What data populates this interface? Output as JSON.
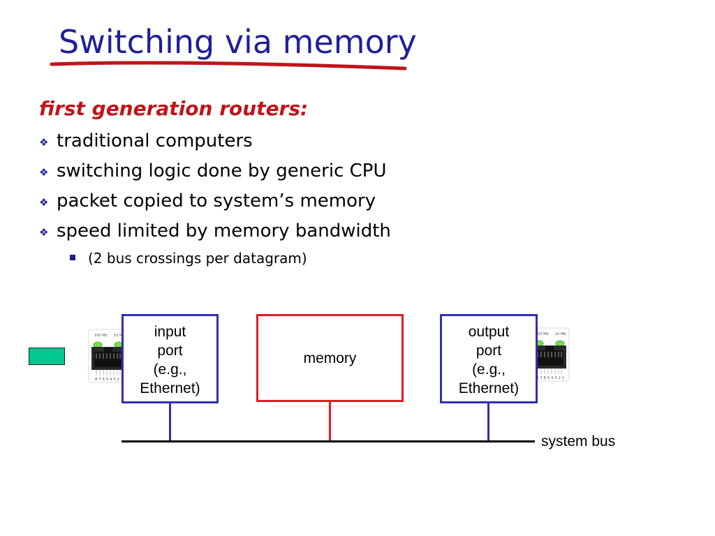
{
  "slide": {
    "title": "Switching via memory",
    "subheading": "first generation routers:",
    "bullets": [
      "traditional computers",
      "switching logic done by generic CPU",
      "packet copied to system’s memory",
      "speed limited by memory bandwidth"
    ],
    "sub_bullet": "(2 bus crossings per datagram)"
  },
  "diagram": {
    "input_port": {
      "lines": [
        "input",
        "port",
        "(e.g.,",
        "Ethernet)"
      ]
    },
    "memory": {
      "label": "memory"
    },
    "output_port": {
      "lines": [
        "output",
        "port",
        "(e.g.,",
        "Ethernet)"
      ]
    },
    "system_bus_label": "system bus",
    "ethernet_jack": {
      "led_left": "100 Mb",
      "led_right": "10 Mb",
      "pins": "8 7 6 5 4 3 2 1"
    }
  },
  "colors": {
    "title": "#1f1f99",
    "subheading": "#c0141a",
    "underline": "#c0141a",
    "port_border": "#2f2fb3",
    "memory_border": "#e21b24",
    "packet": "#00c890",
    "led": "#7ddc4a"
  }
}
